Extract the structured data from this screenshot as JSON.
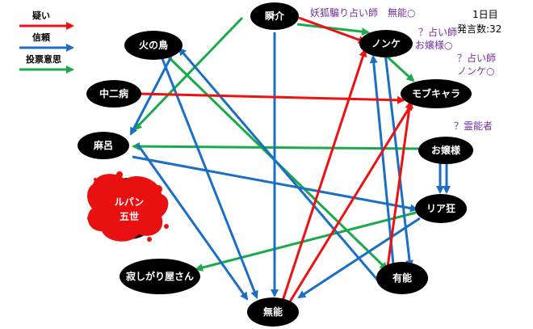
{
  "legend": {
    "suspicion": "疑い",
    "trust": "信頼",
    "vote": "投票意思"
  },
  "colors": {
    "suspicion": "#ee1111",
    "trust": "#1a6fc4",
    "vote": "#1aaa4a",
    "node": "#000000",
    "note": "#7030a0",
    "dead": "#e81010"
  },
  "info": {
    "day": "1日目",
    "post_count": "発言数:32"
  },
  "nodes": {
    "shunsuke": "瞬介",
    "nonke": "ノンケ",
    "mobu": "モブキャラ",
    "hinotori": "火の鳥",
    "chuni": "中二病",
    "maro": "麻呂",
    "ojou": "お嬢様",
    "riakyou": "リア狂",
    "sabishi": "寂しがり屋さん",
    "yuunou": "有能",
    "munou": "無能"
  },
  "dead": {
    "line1": "ルパン",
    "line2": "五世"
  },
  "notes": {
    "shunsuke_claim": "妖狐騙り占い師　無能○",
    "nonke_claim_1": "？占い師",
    "nonke_claim_2": "お嬢様○",
    "mobu_claim_1": "？占い師",
    "mobu_claim_2": "ノンケ○",
    "ojou_claim": "？霊能者"
  }
}
